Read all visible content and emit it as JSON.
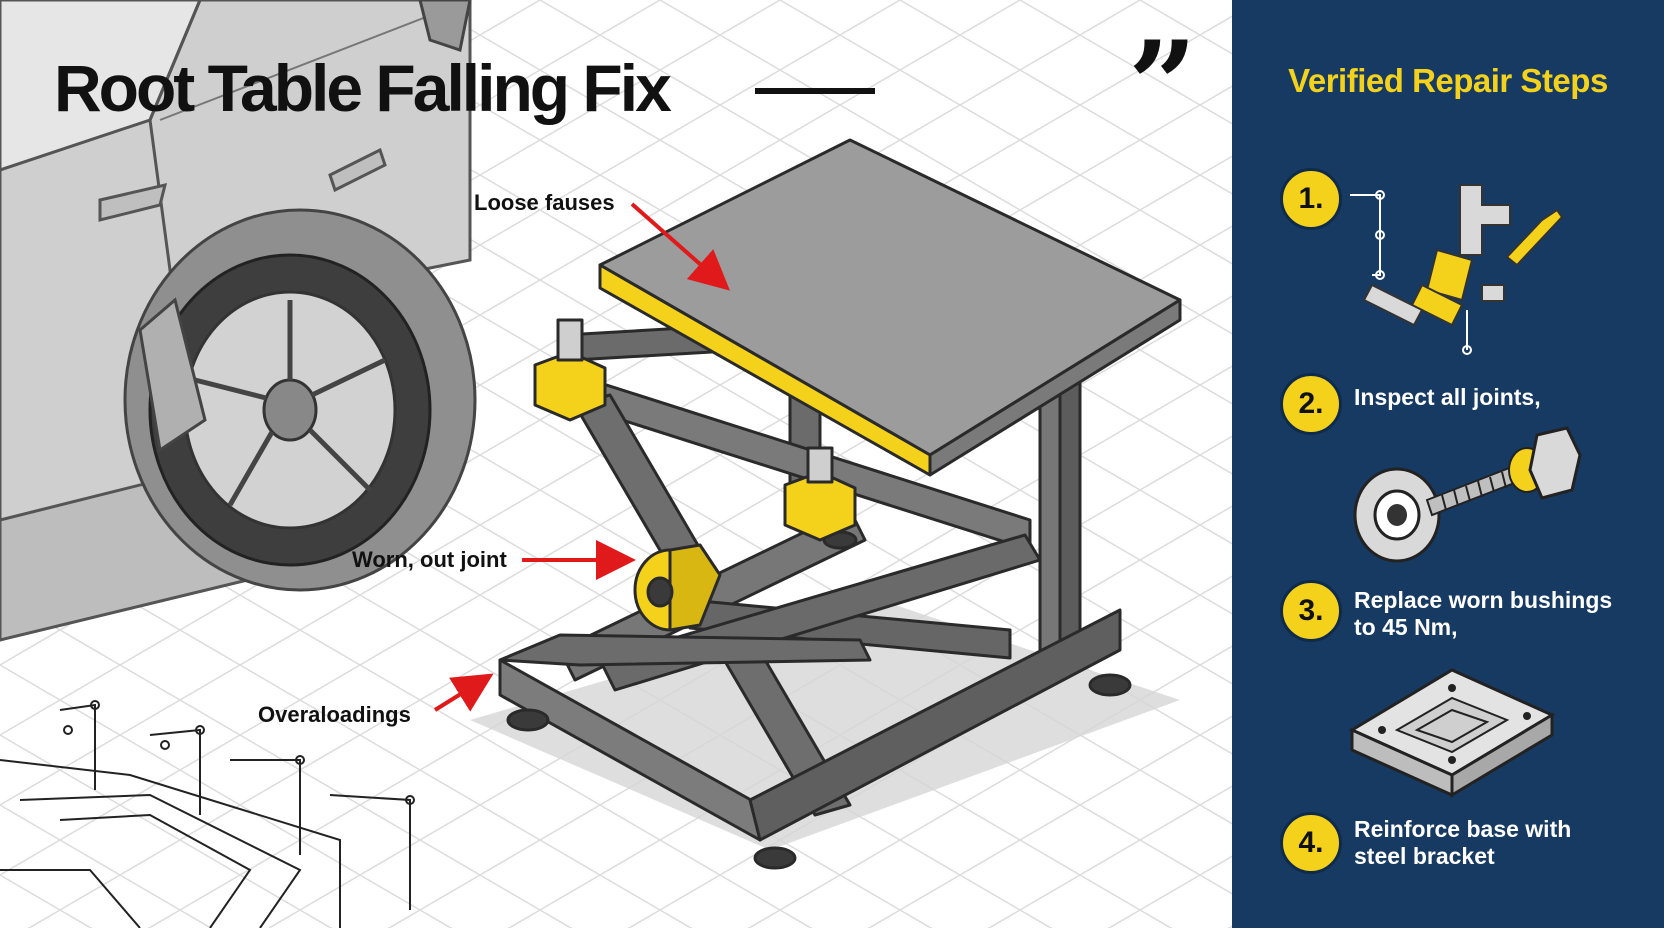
{
  "title": "Root Table Falling Fix",
  "quote_glyph": "”",
  "callouts": [
    {
      "label": "Loose fauses"
    },
    {
      "label": "Worn, out joint"
    },
    {
      "label": "Overaloadings"
    }
  ],
  "panel": {
    "title": "Verified Repair Steps",
    "steps": [
      {
        "number": "1.",
        "text": "",
        "icon": "tools-icon"
      },
      {
        "number": "2.",
        "text": "Inspect all joints,",
        "icon": "bolt-nut-icon"
      },
      {
        "number": "3.",
        "text": "Replace worn bushings\nto 45 Nm,",
        "icon": "steel-plate-icon"
      },
      {
        "number": "4.",
        "text": "Reinforce base with\nsteel bracket",
        "icon": ""
      }
    ]
  },
  "colors": {
    "accent_yellow": "#f4d21c",
    "panel_navy": "#173a63",
    "arrow_red": "#e0191b",
    "frame_gray": "#6b6b6b"
  }
}
